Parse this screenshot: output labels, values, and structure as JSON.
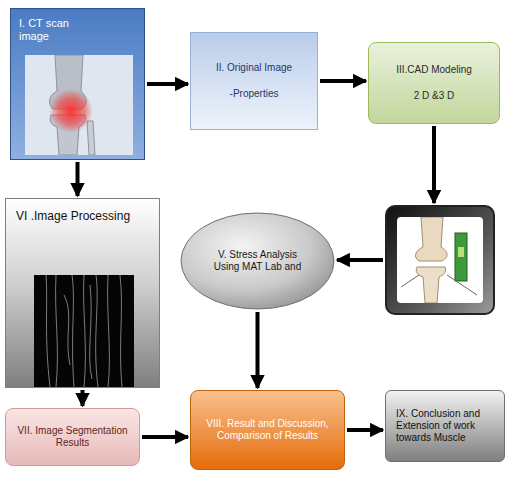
{
  "diagram": {
    "nodes": [
      {
        "text": [
          "I. CT scan image"
        ]
      },
      {
        "text": [
          "II. Original Image",
          "-Properties"
        ]
      },
      {
        "text": [
          "III.CAD Modeling",
          "2 D &3 D"
        ]
      },
      {
        "text": []
      },
      {
        "text": [
          "V. Stress Analysis Using MAT Lab and"
        ]
      },
      {
        "text": [
          "VI .Image Processing"
        ]
      },
      {
        "text": [
          "VII. Image Segmentation Results"
        ]
      },
      {
        "text": [
          "VIII. Result and Discussion, Comparison of Results"
        ]
      },
      {
        "text": [
          "IX. Conclusion and Extension of work towards Muscle"
        ]
      }
    ],
    "edges": [
      {
        "from": 0,
        "to": 1,
        "arrow": "to"
      },
      {
        "from": 1,
        "to": 2,
        "arrow": "to"
      },
      {
        "from": 2,
        "to": 3,
        "arrow": "to"
      },
      {
        "from": 3,
        "to": 4,
        "arrow": "to"
      },
      {
        "from": 0,
        "to": 5,
        "arrow": "to"
      },
      {
        "from": 5,
        "to": 6,
        "arrow": "to"
      },
      {
        "from": 6,
        "to": 7,
        "arrow": "to"
      },
      {
        "from": 4,
        "to": 7,
        "arrow": "to"
      },
      {
        "from": 7,
        "to": 8,
        "arrow": "to"
      }
    ]
  }
}
